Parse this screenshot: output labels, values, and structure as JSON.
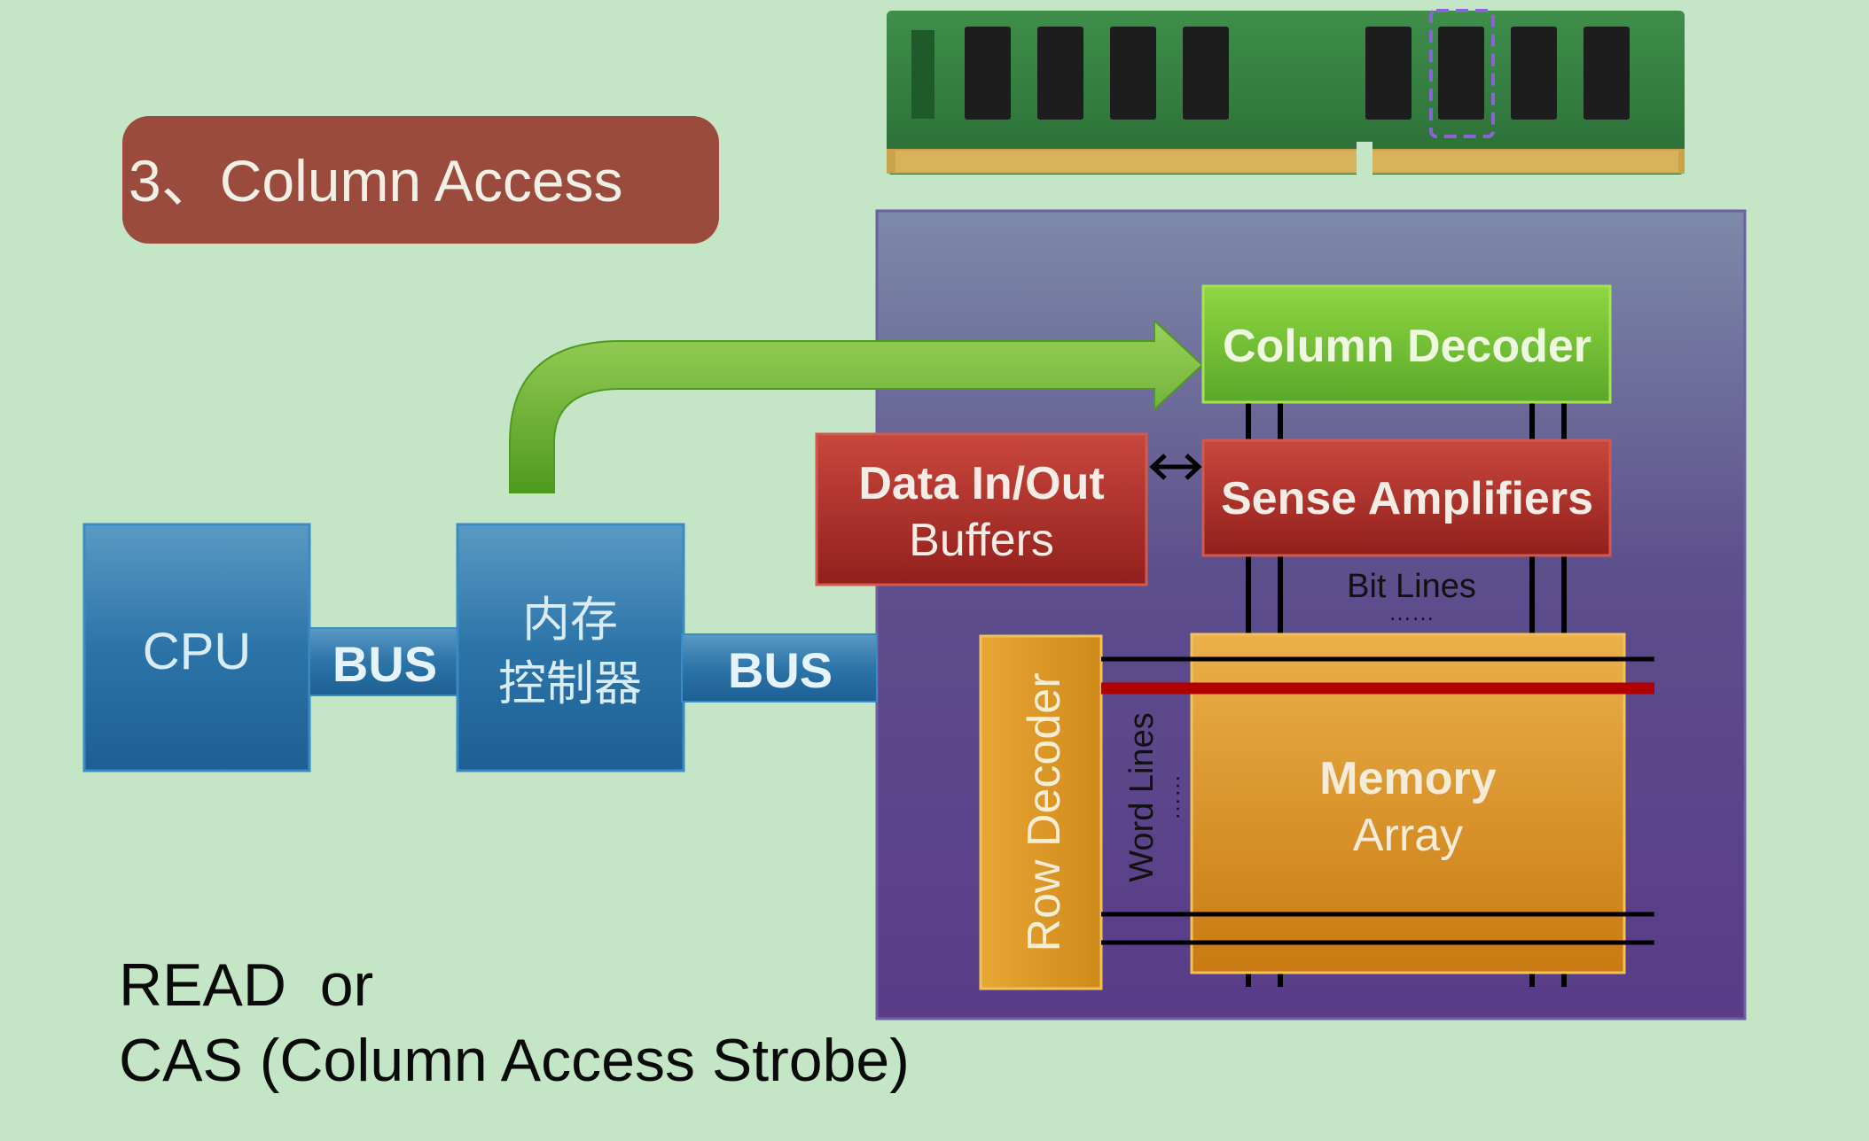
{
  "title": "3、Column Access",
  "cpu": "CPU",
  "bus_left": "BUS",
  "controller": {
    "line1": "内存",
    "line2": "控制器"
  },
  "bus_right": "BUS",
  "data_buffers": {
    "line1": "Data In/Out",
    "line2": "Buffers"
  },
  "column_decoder": "Column Decoder",
  "sense_amplifiers": "Sense Amplifiers",
  "bit_lines": {
    "label": "Bit Lines",
    "dots": "……"
  },
  "row_decoder": "Row Decoder",
  "word_lines": {
    "label": "Word Lines",
    "dots": "……"
  },
  "memory_array": {
    "line1": "Memory",
    "line2": "Array"
  },
  "caption": {
    "line1": "READ  or",
    "line2": "CAS (Column Access Strobe)"
  },
  "colors": {
    "background": "#c4e6c7",
    "title_box": "#9b4a3e",
    "cpu_blue": "#2c7ab0",
    "chip_purple": "#5a3e8a",
    "decoder_green": "#6fbf2e",
    "amp_red": "#a8322c",
    "array_orange": "#d8901c",
    "active_word_line": "#b00000"
  },
  "icons": [
    "ram-module-image",
    "green-arrow-icon",
    "double-arrow-icon"
  ]
}
